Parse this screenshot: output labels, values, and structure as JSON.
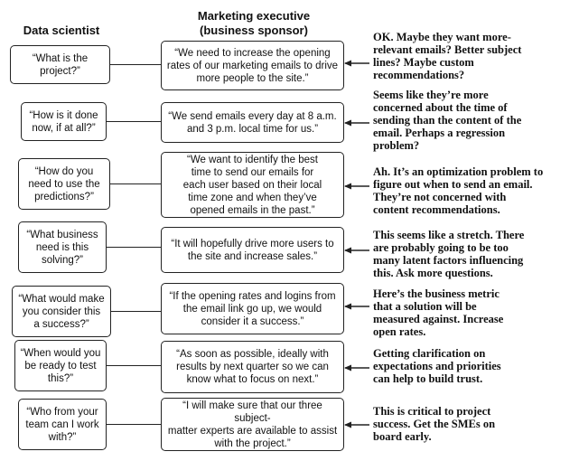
{
  "headers": {
    "data_scientist": "Data scientist",
    "marketing_executive": "Marketing executive\n(business sponsor)"
  },
  "rows": [
    {
      "question": "“What is the\nproject?”",
      "answer": "“We need to increase the opening\nrates of our marketing emails to drive\nmore people to the site.”",
      "thought": "OK. Maybe they want more-\nrelevant emails? Better subject\nlines? Maybe custom\nrecommendations?"
    },
    {
      "question": "“How is it done\nnow, if at all?”",
      "answer": "“We send emails every day at 8 a.m.\nand 3 p.m. local time for us.”",
      "thought": "Seems like they’re more\nconcerned about the time of\nsending than the content of the\nemail. Perhaps a regression\nproblem?"
    },
    {
      "question": "“How do you\nneed to use the\npredictions?”",
      "answer": "“We want to identify the best\ntime to send our emails for\neach user based on their local\ntime zone and when they’ve\nopened emails in the past.”",
      "thought": "Ah. It’s an optimization problem to\nfigure out when to send an email.\nThey’re not concerned with\ncontent recommendations."
    },
    {
      "question": "“What business\nneed is this\nsolving?”",
      "answer": "“It will hopefully drive more users to\nthe site and increase sales.”",
      "thought": "This seems like a stretch. There\nare probably going to be too\nmany latent factors influencing\nthis. Ask more questions."
    },
    {
      "question": "“What would make\nyou consider this\na success?”",
      "answer": "“If the opening rates and logins from\nthe email link go up, we would\nconsider it a success.”",
      "thought": "Here’s the business metric\nthat a solution will be\nmeasured against. Increase\nopen rates."
    },
    {
      "question": "“When would you\nbe ready to test\nthis?”",
      "answer": "“As soon as possible, ideally with\nresults by next quarter so we can\nknow what to focus on next.”",
      "thought": "Getting clarification on\nexpectations and priorities\ncan help to build trust."
    },
    {
      "question": "“Who from your\nteam can I work\nwith?”",
      "answer": "“I will make sure that our three subject-\nmatter experts are available to assist\nwith the project.”",
      "thought": "This is critical to project\nsuccess. Get the SMEs on\nboard early."
    }
  ],
  "colors": {
    "line": "#222222",
    "text": "#111111",
    "background": "#ffffff"
  }
}
